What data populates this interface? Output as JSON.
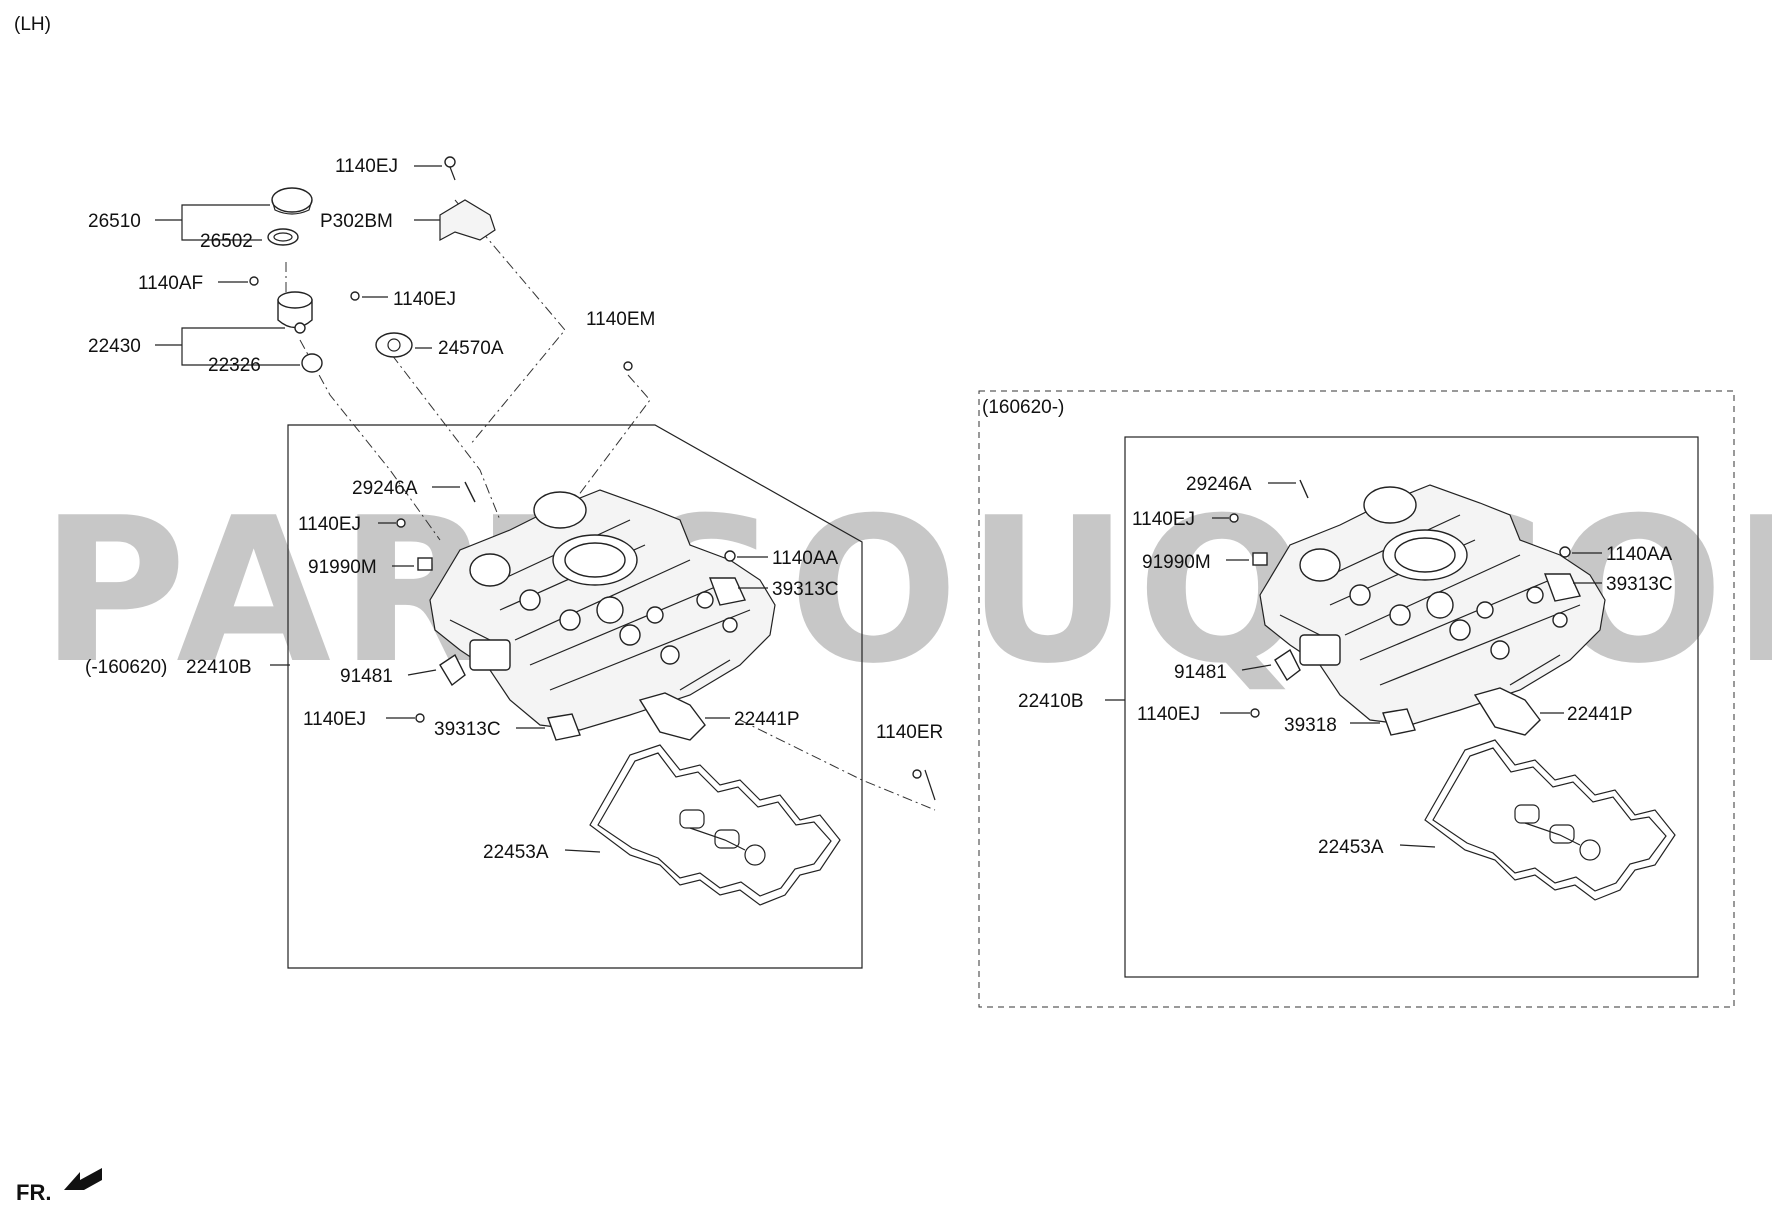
{
  "side_label": "(LH)",
  "watermark": "PARTSOUQ.COM",
  "front_label": "FR.",
  "range_old": "(-160620)",
  "range_new": "(160620-)",
  "left": {
    "c1140ej_top": "1140EJ",
    "p302bm": "P302BM",
    "c26510": "26510",
    "c26502": "26502",
    "c1140af": "1140AF",
    "c1140ej_mid": "1140EJ",
    "c22430": "22430",
    "c22326": "22326",
    "c24570a": "24570A",
    "c1140em": "1140EM",
    "c29246a": "29246A",
    "c1140ej_a": "1140EJ",
    "c91990m": "91990M",
    "c1140aa": "1140AA",
    "c39313c_top": "39313C",
    "c22410b": "22410B",
    "c91481": "91481",
    "c1140ej_b": "1140EJ",
    "c39313c_bot": "39313C",
    "c22441p": "22441P",
    "c1140er": "1140ER",
    "c22453a": "22453A"
  },
  "right": {
    "c29246a": "29246A",
    "c1140ej_a": "1140EJ",
    "c91990m": "91990M",
    "c1140aa": "1140AA",
    "c39313c": "39313C",
    "c22410b": "22410B",
    "c91481": "91481",
    "c1140ej_b": "1140EJ",
    "c39318": "39318",
    "c22441p": "22441P",
    "c22453a": "22453A"
  }
}
